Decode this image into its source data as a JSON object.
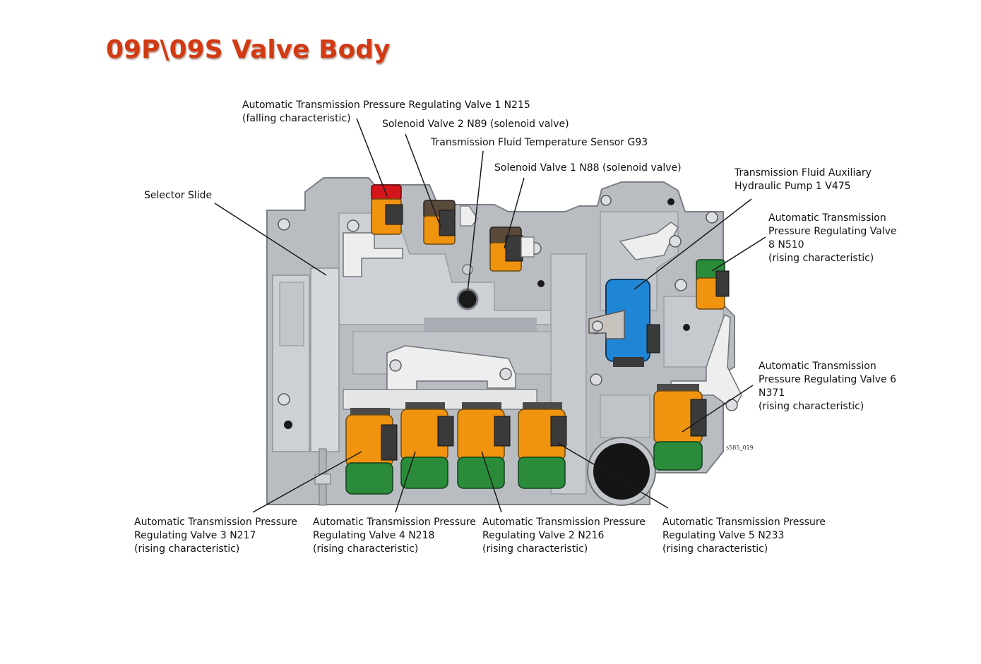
{
  "title": "09P\\09S Valve Body",
  "figure_code": "s585_019",
  "labels": {
    "n215": {
      "line1": "Automatic Transmission Pressure Regulating Valve 1 N215",
      "line2": "(falling characteristic)"
    },
    "n89": {
      "line1": "Solenoid Valve 2 N89 (solenoid valve)"
    },
    "g93": {
      "line1": "Transmission Fluid Temperature Sensor G93"
    },
    "n88": {
      "line1": "Solenoid Valve 1 N88 (solenoid valve)"
    },
    "v475": {
      "line1": "Transmission Fluid Auxiliary",
      "line2": "Hydraulic Pump 1 V475"
    },
    "selector": {
      "line1": "Selector Slide"
    },
    "n510": {
      "line1": "Automatic Transmission",
      "line2": "Pressure Regulating Valve",
      "line3": "8 N510",
      "line4": "(rising characteristic)"
    },
    "n371": {
      "line1": "Automatic Transmission",
      "line2": "Pressure Regulating Valve 6",
      "line3": "N371",
      "line4": "(rising characteristic)"
    },
    "n217": {
      "line1": "Automatic Transmission Pressure",
      "line2": "Regulating Valve 3 N217",
      "line3": "(rising characteristic)"
    },
    "n218": {
      "line1": "Automatic Transmission Pressure",
      "line2": "Regulating Valve 4 N218",
      "line3": "(rising characteristic)"
    },
    "n216": {
      "line1": "Automatic Transmission Pressure",
      "line2": "Regulating Valve 2 N216",
      "line3": "(rising characteristic)"
    },
    "n233": {
      "line1": "Automatic Transmission Pressure",
      "line2": "Regulating Valve 5 N233",
      "line3": "(rising characteristic)"
    }
  },
  "colors": {
    "title": "#d23a12",
    "body": "#b9bdc2",
    "body_light": "#cfd2d6",
    "orange": "#f0940f",
    "green": "#2a8c3a",
    "red": "#d4151c",
    "blue": "#1f86d6",
    "connector": "#3a3a3a"
  }
}
